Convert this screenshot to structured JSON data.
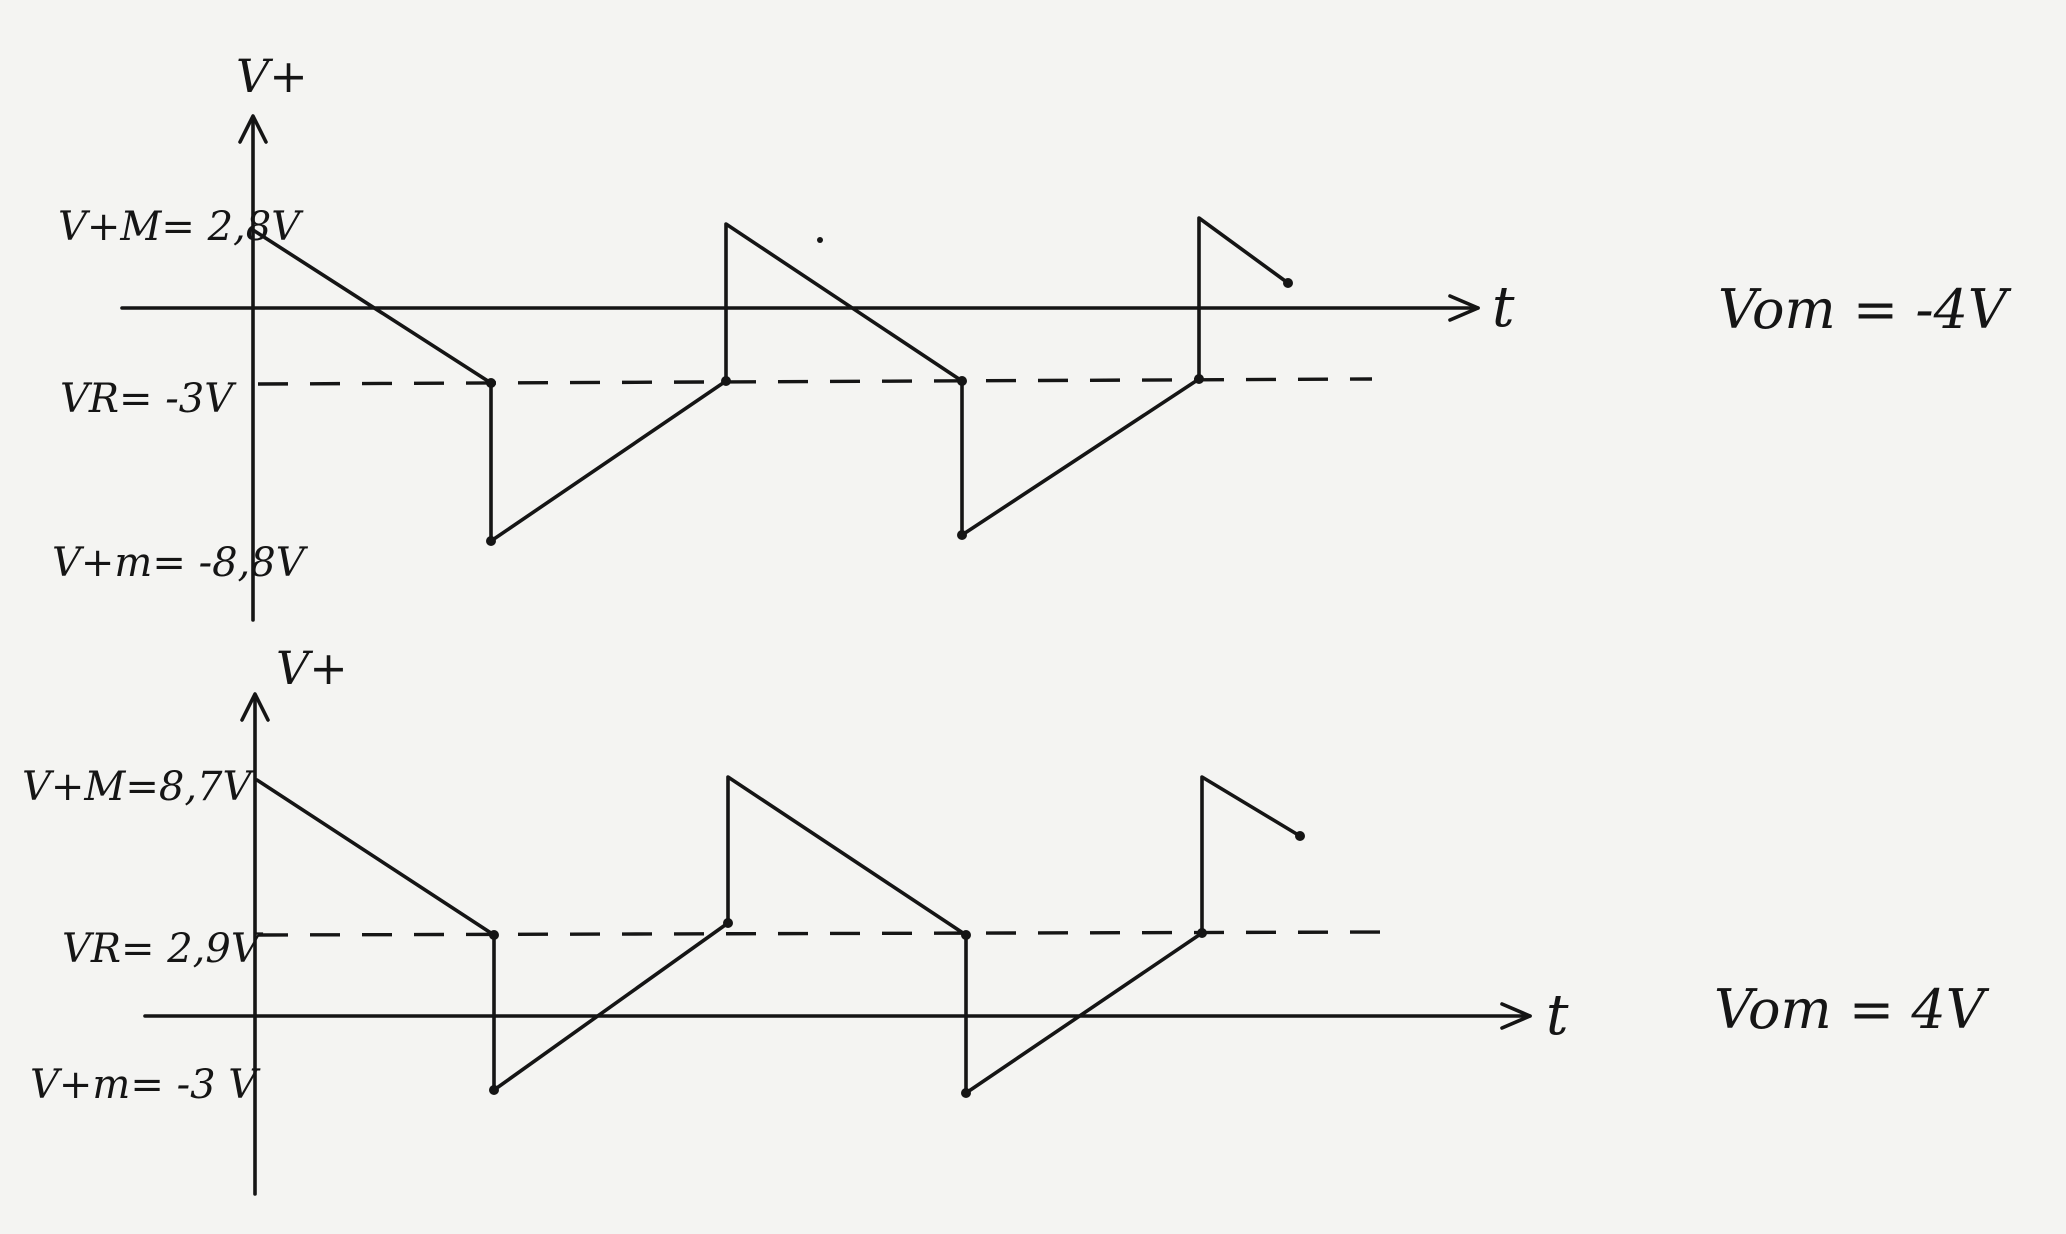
{
  "diagrams": [
    {
      "y_axis_label": "V+",
      "x_axis_label": "t",
      "level_labels": {
        "top": "V+M= 2,8V",
        "reference": "VR= -3V",
        "bottom": "V+m= -8,8V"
      },
      "side_note": "Vom = -4V"
    },
    {
      "y_axis_label": "V+",
      "x_axis_label": "t",
      "level_labels": {
        "top": "V+M=8,7V",
        "reference": "VR= 2,9V",
        "bottom": "V+m= -3 V"
      },
      "side_note": "Vom = 4V"
    }
  ],
  "colors": {
    "ink": "#151515",
    "paper": "#f4f4f2"
  }
}
